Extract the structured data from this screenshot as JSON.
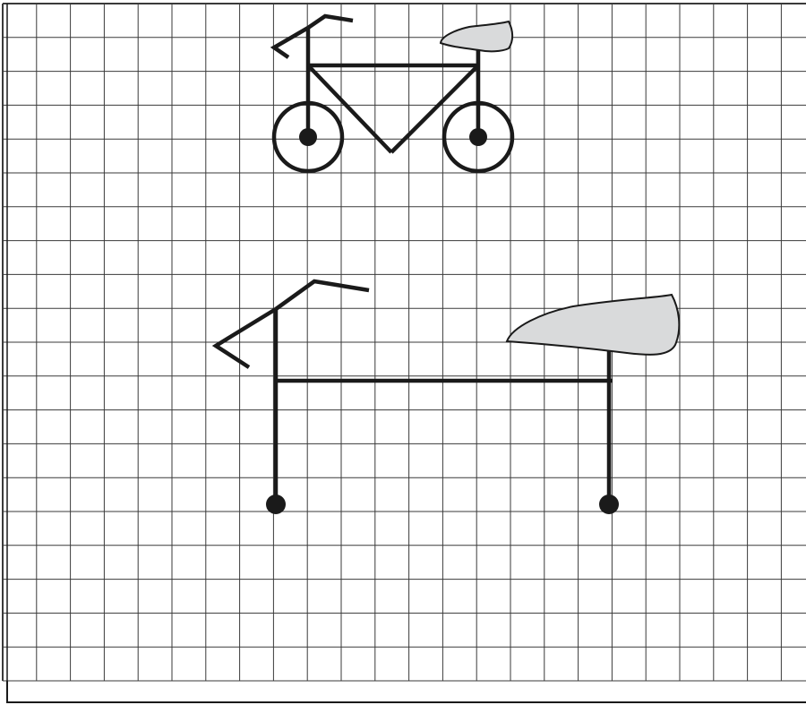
{
  "colors": {
    "background": "#ffffff",
    "grid_line": "#3a3a3a",
    "outline": "#1a1a1a",
    "seat_fill": "#d9dadb"
  },
  "grid": {
    "columns": 24,
    "rows": 20
  },
  "figures": [
    {
      "name": "complete-bicycle",
      "parts": [
        "handlebar",
        "frame-triangle",
        "front-wheel",
        "rear-wheel",
        "seat"
      ]
    },
    {
      "name": "partial-bicycle",
      "parts": [
        "handlebar",
        "top-tube",
        "seat",
        "wheel-hubs"
      ]
    }
  ]
}
